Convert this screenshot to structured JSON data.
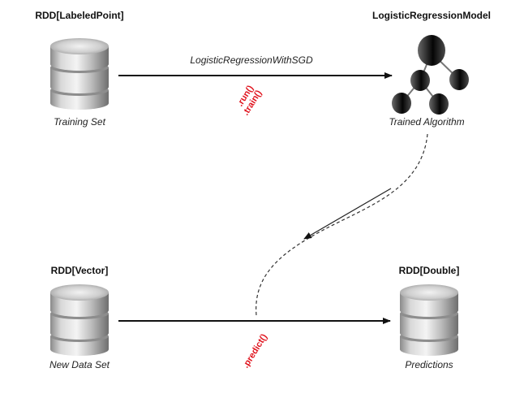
{
  "nodes": {
    "training_set": {
      "title": "RDD[LabeledPoint]",
      "caption": "Training Set",
      "icon": "database-icon"
    },
    "model": {
      "title": "LogisticRegressionModel",
      "caption": "Trained Algorithm",
      "icon": "tree-model-icon"
    },
    "new_data": {
      "title": "RDD[Vector]",
      "caption": "New Data Set",
      "icon": "database-icon"
    },
    "predictions": {
      "title": "RDD[Double]",
      "caption": "Predictions",
      "icon": "database-icon"
    }
  },
  "edges": {
    "train": {
      "label": "LogisticRegressionWithSGD",
      "methods": [
        ".run()",
        ".train()"
      ]
    },
    "predict": {
      "methods": [
        ".predict()"
      ]
    }
  },
  "colors": {
    "method_text": "#e0141e",
    "arrow": "#111111",
    "node_dark": "#111111"
  }
}
